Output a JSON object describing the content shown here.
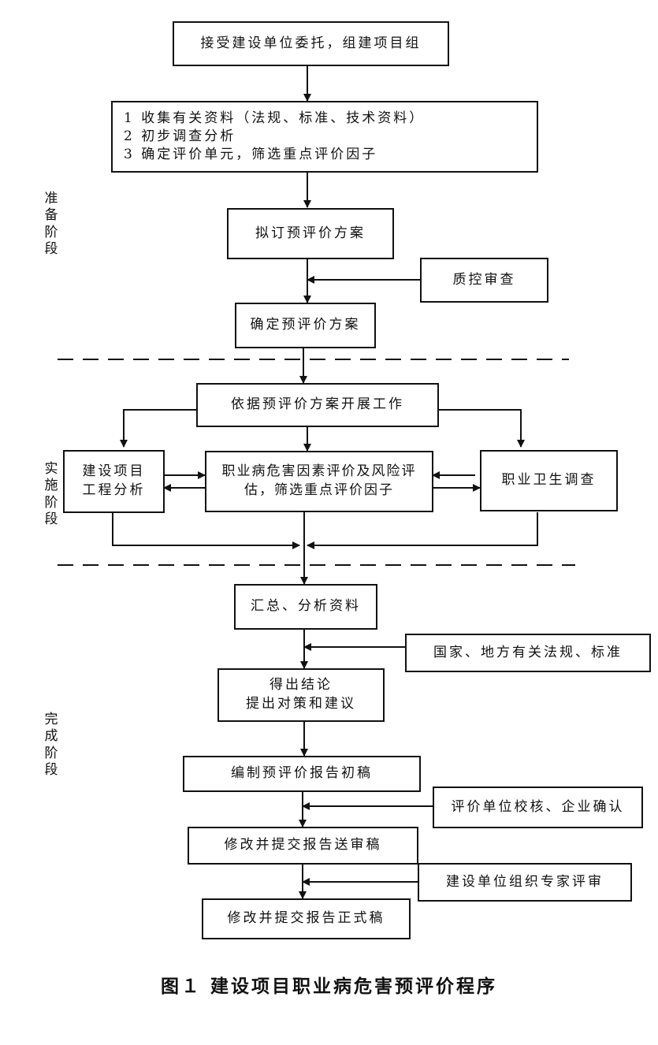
{
  "stages": {
    "prepare": "准\n备\n阶\n段",
    "implement": "实\n施\n阶\n段",
    "complete": "完\n成\n阶\n段"
  },
  "nodes": {
    "entrust": "接受建设单位委托，组建项目组",
    "collect": [
      "1 收集有关资料（法规、标准、技术资料）",
      "2 初步调查分析",
      "3 确定评价单元，筛选重点评价因子"
    ],
    "draft_plan": "拟订预评价方案",
    "qc_review": "质控审查",
    "confirm_plan": "确定预评价方案",
    "work": "依据预评价方案开展工作",
    "engineering": [
      "建设项目",
      "工程分析"
    ],
    "hazard_eval": [
      "职业病危害因素评价及风险评",
      "估，筛选重点评价因子"
    ],
    "hygiene_survey": "职业卫生调查",
    "summarize": "汇总、分析资料",
    "regulations": "国家、地方有关法规、标准",
    "conclusion": [
      "得出结论",
      "提出对策和建议"
    ],
    "draft_report": "编制预评价报告初稿",
    "unit_check": "评价单位校核、企业确认",
    "review_draft": "修改并提交报告送审稿",
    "expert_review": "建设单位组织专家评审",
    "final_report": "修改并提交报告正式稿"
  },
  "caption": "图１ 建设项目职业病危害预评价程序"
}
